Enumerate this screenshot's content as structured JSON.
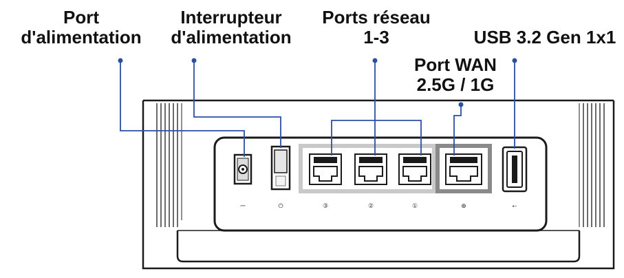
{
  "callouts": {
    "power_port": {
      "line1": "Port",
      "line2": "d'alimentation"
    },
    "power_switch": {
      "line1": "Interrupteur",
      "line2": "d'alimentation"
    },
    "lan_ports": {
      "line1": "Ports réseau",
      "line2": "1-3"
    },
    "wan_port": {
      "line1": "Port WAN",
      "line2": "2.5G / 1G"
    },
    "usb_port": {
      "line1": "USB 3.2 Gen 1x1"
    }
  },
  "port_labels": {
    "power": "⎓",
    "switch": "⏻",
    "lan1": "③",
    "lan2": "②",
    "lan3": "①",
    "wan": "⊕",
    "usb": "⭠"
  },
  "colors": {
    "leader_line": "#2b4fa3",
    "callout_dot": "#2b4fa3",
    "device_outline": "#1a1a1a",
    "wan_highlight": "#8a8a8a",
    "lan_highlight": "#c9c9c9"
  }
}
